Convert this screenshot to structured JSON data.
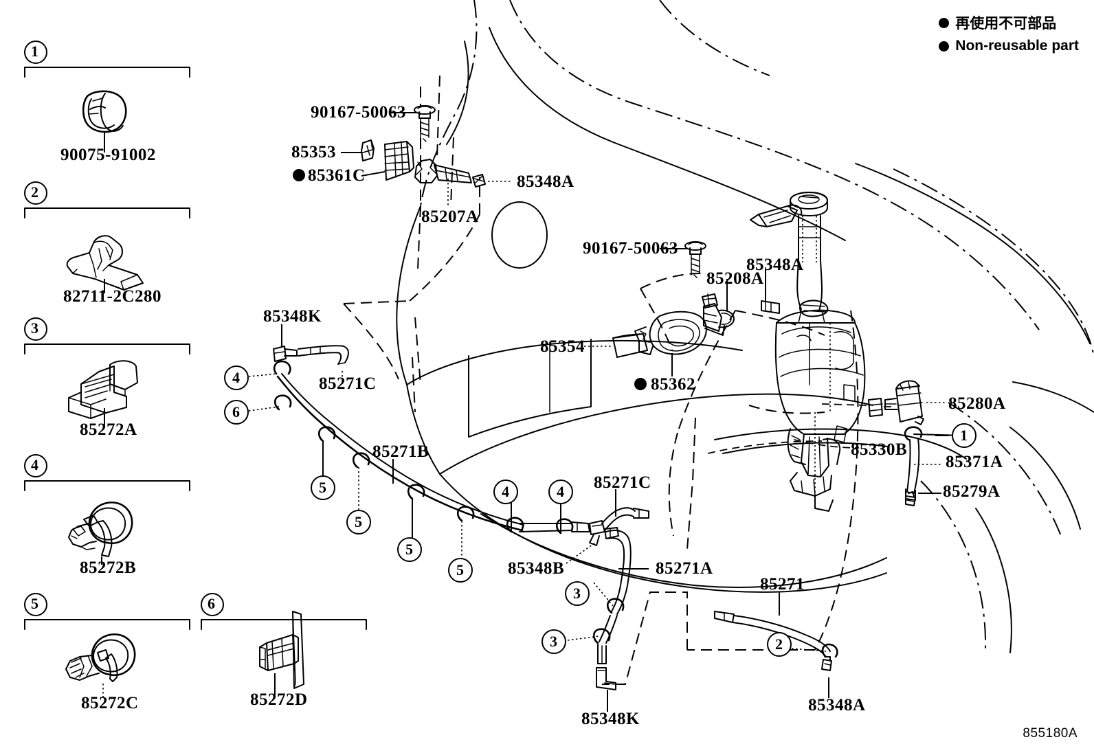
{
  "diagram": {
    "id_code": "855180A",
    "legend": {
      "japanese": "再使用不可部品",
      "english": "Non-reusable part"
    }
  },
  "panels": [
    {
      "number": "1",
      "part": "90075-91002",
      "icon": "grommet-icon"
    },
    {
      "number": "2",
      "part": "82711-2C280",
      "icon": "clip-icon"
    },
    {
      "number": "3",
      "part": "85272A",
      "icon": "connector-icon"
    },
    {
      "number": "4",
      "part": "85272B",
      "icon": "hose-clamp-icon"
    },
    {
      "number": "5",
      "part": "85272C",
      "icon": "hose-clamp-icon"
    },
    {
      "number": "6",
      "part": "85272D",
      "icon": "bracket-clip-icon"
    }
  ],
  "labels": {
    "bolt_upper": "90167-50063",
    "nozzle_cover": "85353",
    "seal_85361c": "85361C",
    "nozzle_85207a": "85207A",
    "joint_85348a_top": "85348A",
    "bolt_mid": "90167-50063",
    "nozzle_85208a": "85208A",
    "joint_85348a_mid": "85348A",
    "cap_85354": "85354",
    "grommet_85362": "85362",
    "joint_85348k_upper": "85348K",
    "hose_85271c_upper": "85271C",
    "hose_85271b": "85271B",
    "hose_85271c_lower": "85271C",
    "joint_85348b": "85348B",
    "hose_85271a": "85271A",
    "joint_85348k_lower": "85348K",
    "hose_85271": "85271",
    "joint_85348a_lower": "85348A",
    "pump_85280a": "85280A",
    "grommet_85330b": "85330B",
    "hose_85371a": "85371A",
    "joint_85279a": "85279A"
  },
  "callouts": [
    {
      "id": "c-4a",
      "number": "4"
    },
    {
      "id": "c-6a",
      "number": "6"
    },
    {
      "id": "c-5a",
      "number": "5"
    },
    {
      "id": "c-5b",
      "number": "5"
    },
    {
      "id": "c-5c",
      "number": "5"
    },
    {
      "id": "c-5d",
      "number": "5"
    },
    {
      "id": "c-4b",
      "number": "4"
    },
    {
      "id": "c-4c",
      "number": "4"
    },
    {
      "id": "c-3a",
      "number": "3"
    },
    {
      "id": "c-3b",
      "number": "3"
    },
    {
      "id": "c-2a",
      "number": "2"
    },
    {
      "id": "c-1a",
      "number": "1"
    }
  ],
  "colors": {
    "ink": "#000000",
    "background": "#ffffff"
  }
}
